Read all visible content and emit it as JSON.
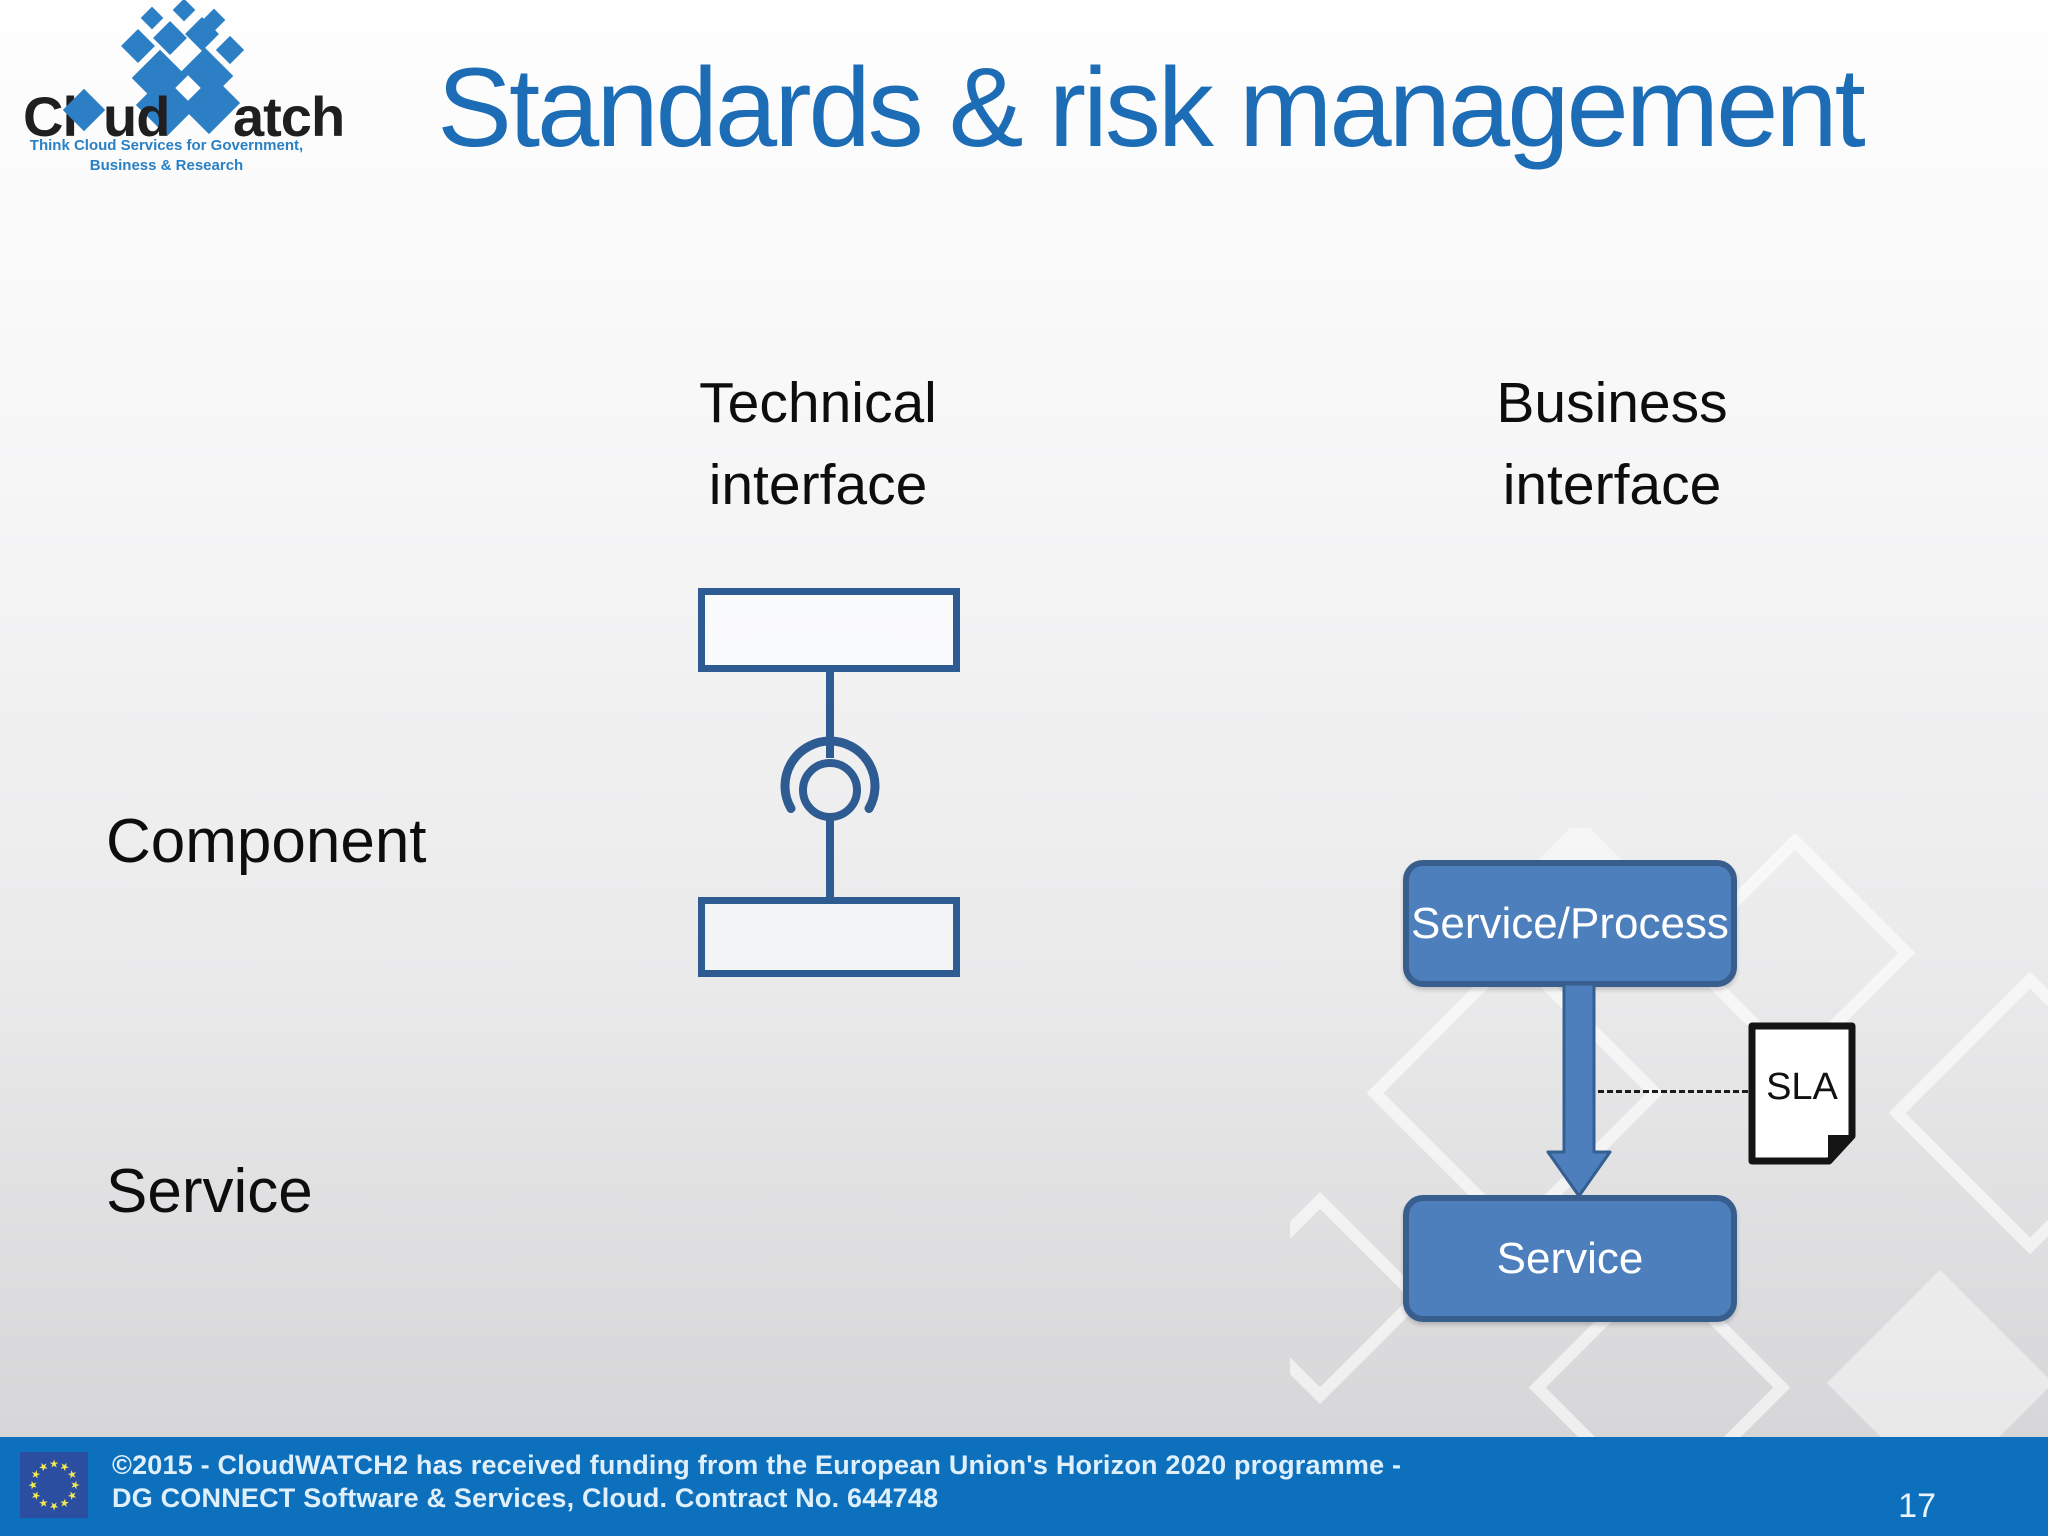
{
  "slide": {
    "title": "Standards & risk management",
    "logo": {
      "wordmark_start": "Cl",
      "wordmark_mid": "ud",
      "wordmark_end": "atch",
      "tagline_line1": "Think Cloud Services for Government,",
      "tagline_line2": "Business & Research"
    },
    "labels": {
      "technical_line1": "Technical",
      "technical_line2": "interface",
      "business_line1": "Business",
      "business_line2": "interface",
      "component": "Component",
      "service": "Service"
    },
    "business_diagram": {
      "top_box": "Service/Process",
      "bottom_box": "Service",
      "document_label": "SLA"
    },
    "footer": {
      "line1": "©2015 - CloudWATCH2 has received funding from the European Union's Horizon 2020 programme -",
      "line2": "DG CONNECT Software & Services, Cloud. Contract No. 644748",
      "page_number": "17"
    },
    "colors": {
      "title_blue": "#1C6DB5",
      "footer_blue": "#0D70BD",
      "box_fill_blue": "#4C7FBC",
      "box_border_blue": "#365F91",
      "uml_stroke_blue": "#2E5B92",
      "eu_flag_blue": "#2B4EA0",
      "eu_star_yellow": "#F5E94E",
      "logo_blue": "#2C7FC4"
    }
  }
}
